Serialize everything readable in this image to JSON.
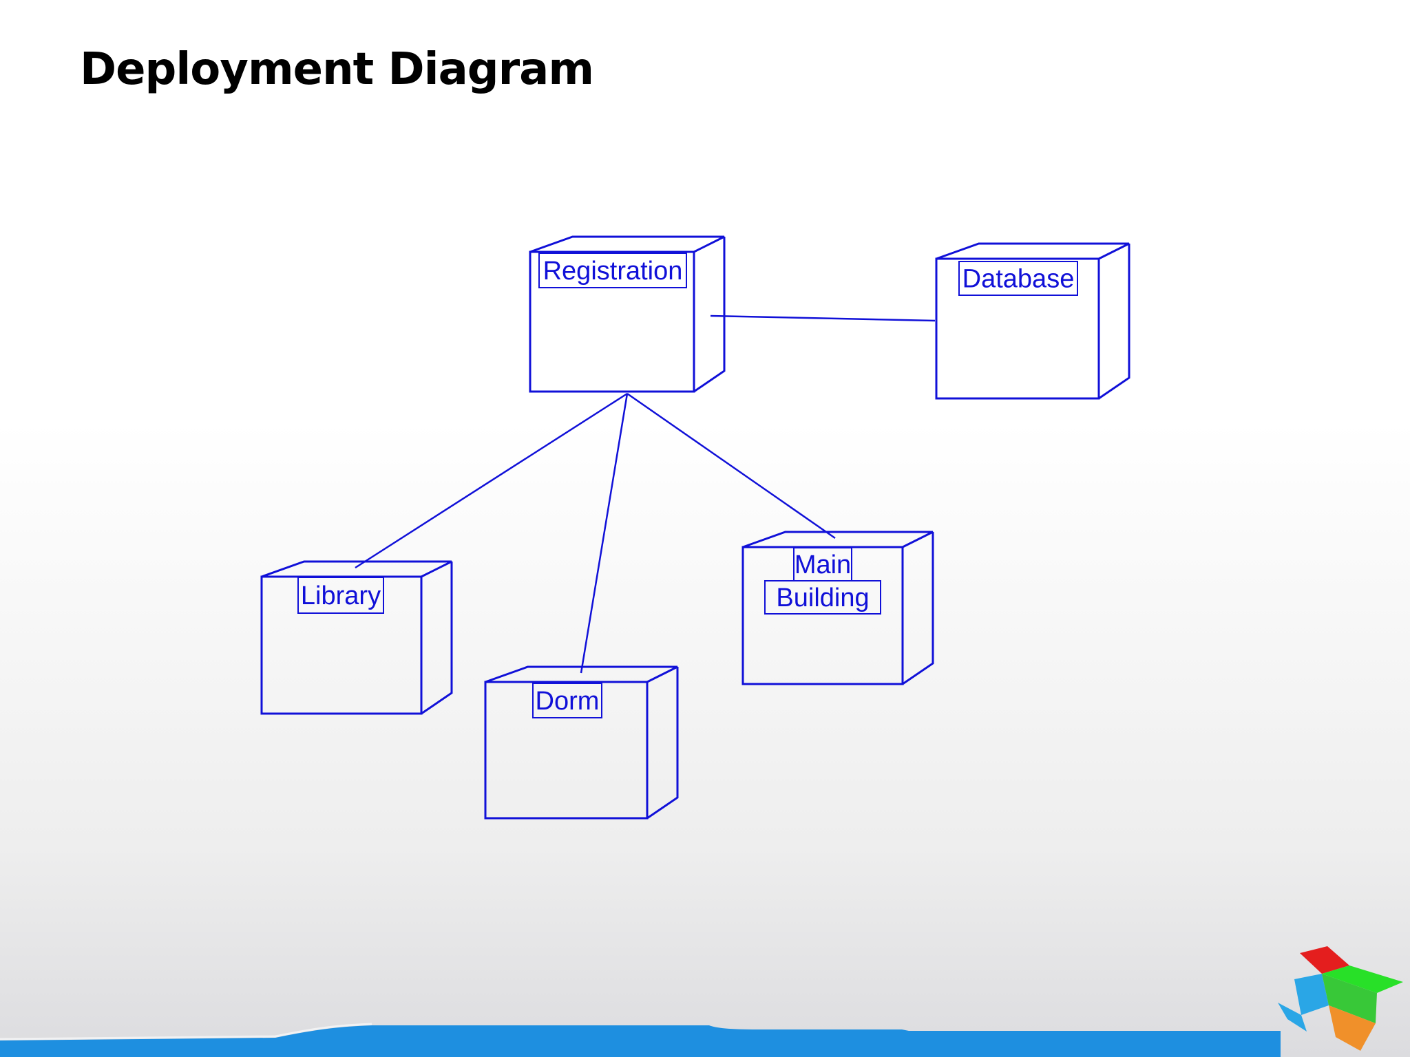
{
  "slide": {
    "title": "Deployment Diagram"
  },
  "diagram": {
    "type": "deployment",
    "stroke_color": "#1010d8",
    "nodes": [
      {
        "id": "registration",
        "label": "Registration"
      },
      {
        "id": "database",
        "label": "Database"
      },
      {
        "id": "library",
        "label": "Library"
      },
      {
        "id": "dorm",
        "label": "Dorm"
      },
      {
        "id": "main-building",
        "label": "Main\nBuilding"
      }
    ],
    "connections": [
      {
        "from": "registration",
        "to": "database"
      },
      {
        "from": "registration",
        "to": "library"
      },
      {
        "from": "registration",
        "to": "dorm"
      },
      {
        "from": "registration",
        "to": "main-building"
      }
    ]
  },
  "footer": {
    "bar_color": "#1e8fe0",
    "logo_icon": "four-color-cube-logo",
    "logo_colors": [
      "#e41e1e",
      "#28e028",
      "#2aa6e6",
      "#f0902a"
    ]
  }
}
